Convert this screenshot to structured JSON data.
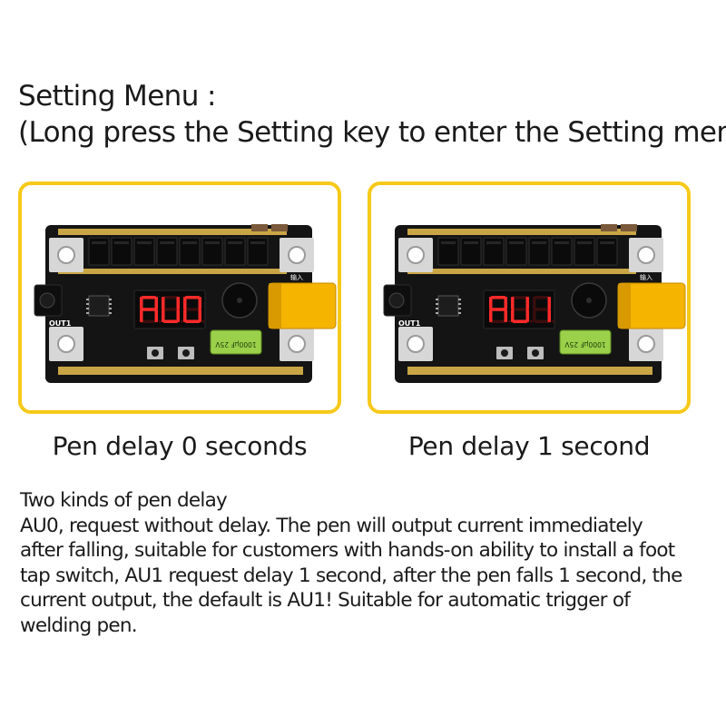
{
  "heading": {
    "title": "Setting Menu :",
    "subtitle": "(Long press the Setting key to enter the Setting menu)"
  },
  "panels": [
    {
      "caption": "Pen delay 0 seconds",
      "display": "AU0"
    },
    {
      "caption": "Pen delay 1 second",
      "display": "AU1"
    }
  ],
  "board_labels": {
    "out": "OUT1",
    "in": "输入",
    "capacitor": "1000µF 25V"
  },
  "description": {
    "lines": [
      "Two kinds of pen delay",
      "AU0, request without delay. The pen will output current immediately",
      "after falling, suitable for customers with hands-on ability to install a foot",
      "tap switch, AU1 request delay 1 second, after the pen falls 1 second, the",
      "current output, the default is AU1! Suitable for automatic trigger of",
      "welding pen."
    ]
  },
  "colors": {
    "frame": "#f6c919",
    "board": "#141414",
    "gold": "#c9a545",
    "led": "#ff2a2a",
    "connector": "#f4b400"
  }
}
